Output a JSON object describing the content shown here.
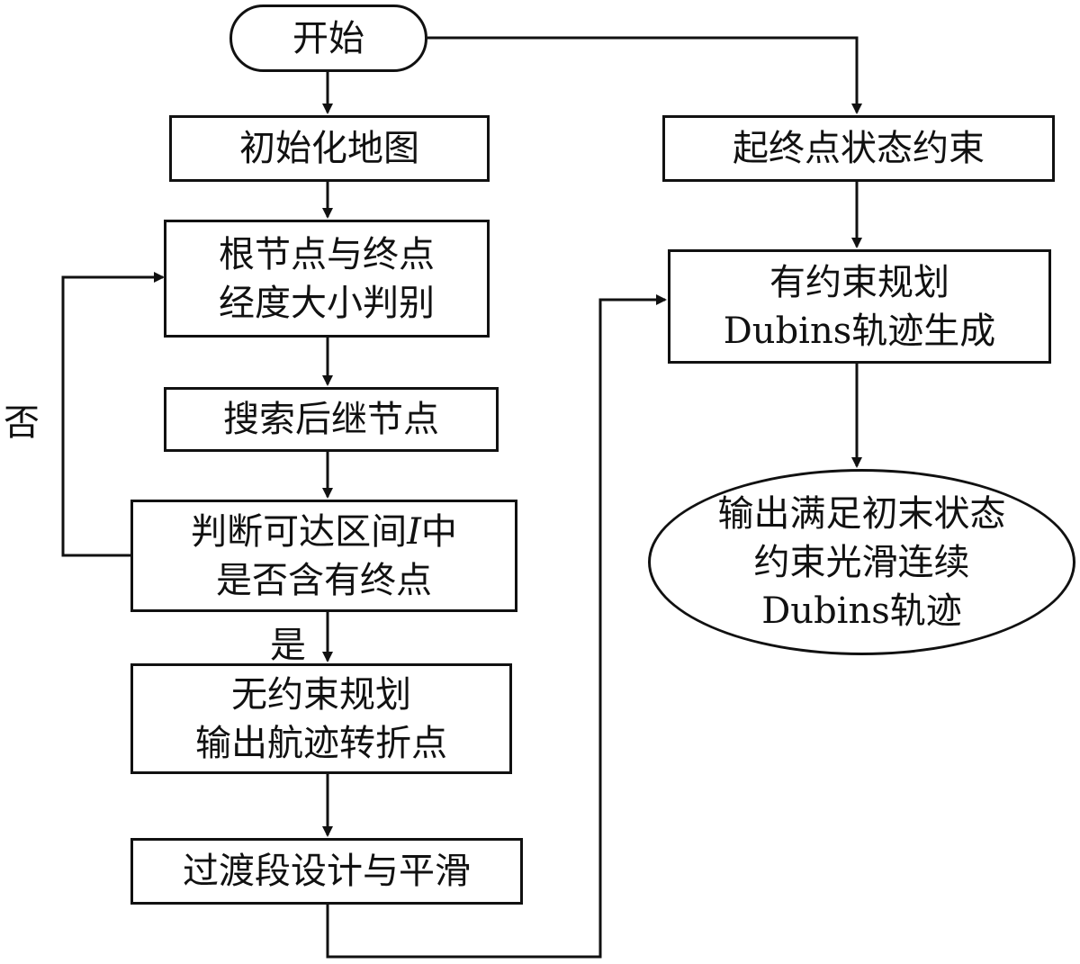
{
  "nodes": {
    "start": "开始",
    "init_map": "初始化地图",
    "root_compare": [
      "根节点与终点",
      "经度大小判别"
    ],
    "search_successor": "搜索后继节点",
    "reachable_check": {
      "line1_pre": "判断可达区间",
      "line1_var": "I",
      "line1_post": "中",
      "line2": "是否含有终点"
    },
    "unconstrained_plan": [
      "无约束规划",
      "输出航迹转折点"
    ],
    "transition_smooth": "过渡段设计与平滑",
    "endpoint_constraint": "起终点状态约束",
    "constrained_plan": [
      "有约束规划",
      "Dubins轨迹生成"
    ],
    "output": [
      "输出满足初末状态",
      "约束光滑连续",
      "Dubins轨迹"
    ]
  },
  "labels": {
    "no": "否",
    "yes": "是"
  },
  "colors": {
    "line": "#111111",
    "background": "#ffffff"
  }
}
